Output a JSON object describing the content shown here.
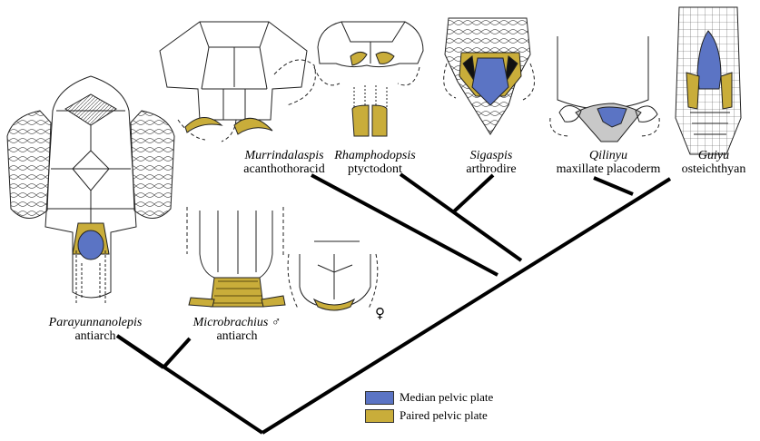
{
  "colors": {
    "median_pelvic_plate": "#5b74c4",
    "paired_pelvic_plate": "#c9ad3a",
    "outline": "#222222",
    "branch": "#000000"
  },
  "taxa": [
    {
      "genus": "Parayunnanolepis",
      "group": "antiarch"
    },
    {
      "genus": "Microbrachius",
      "group": "antiarch",
      "sex_mark": "♂"
    },
    {
      "genus": "Murrindalaspis",
      "group": "acanthothoracid"
    },
    {
      "genus": "Rhamphodopsis",
      "group": "ptyctodont"
    },
    {
      "genus": "Sigaspis",
      "group": "arthrodire"
    },
    {
      "genus": "Qilinyu",
      "group": "maxillate placoderm"
    },
    {
      "genus": "Guiyu",
      "group": "osteichthyan"
    }
  ],
  "female_mark": "♀",
  "legend": [
    {
      "label": "Median  pelvic plate",
      "color": "#5b74c4"
    },
    {
      "label": "Paired  pelvic plate",
      "color": "#c9ad3a"
    }
  ]
}
